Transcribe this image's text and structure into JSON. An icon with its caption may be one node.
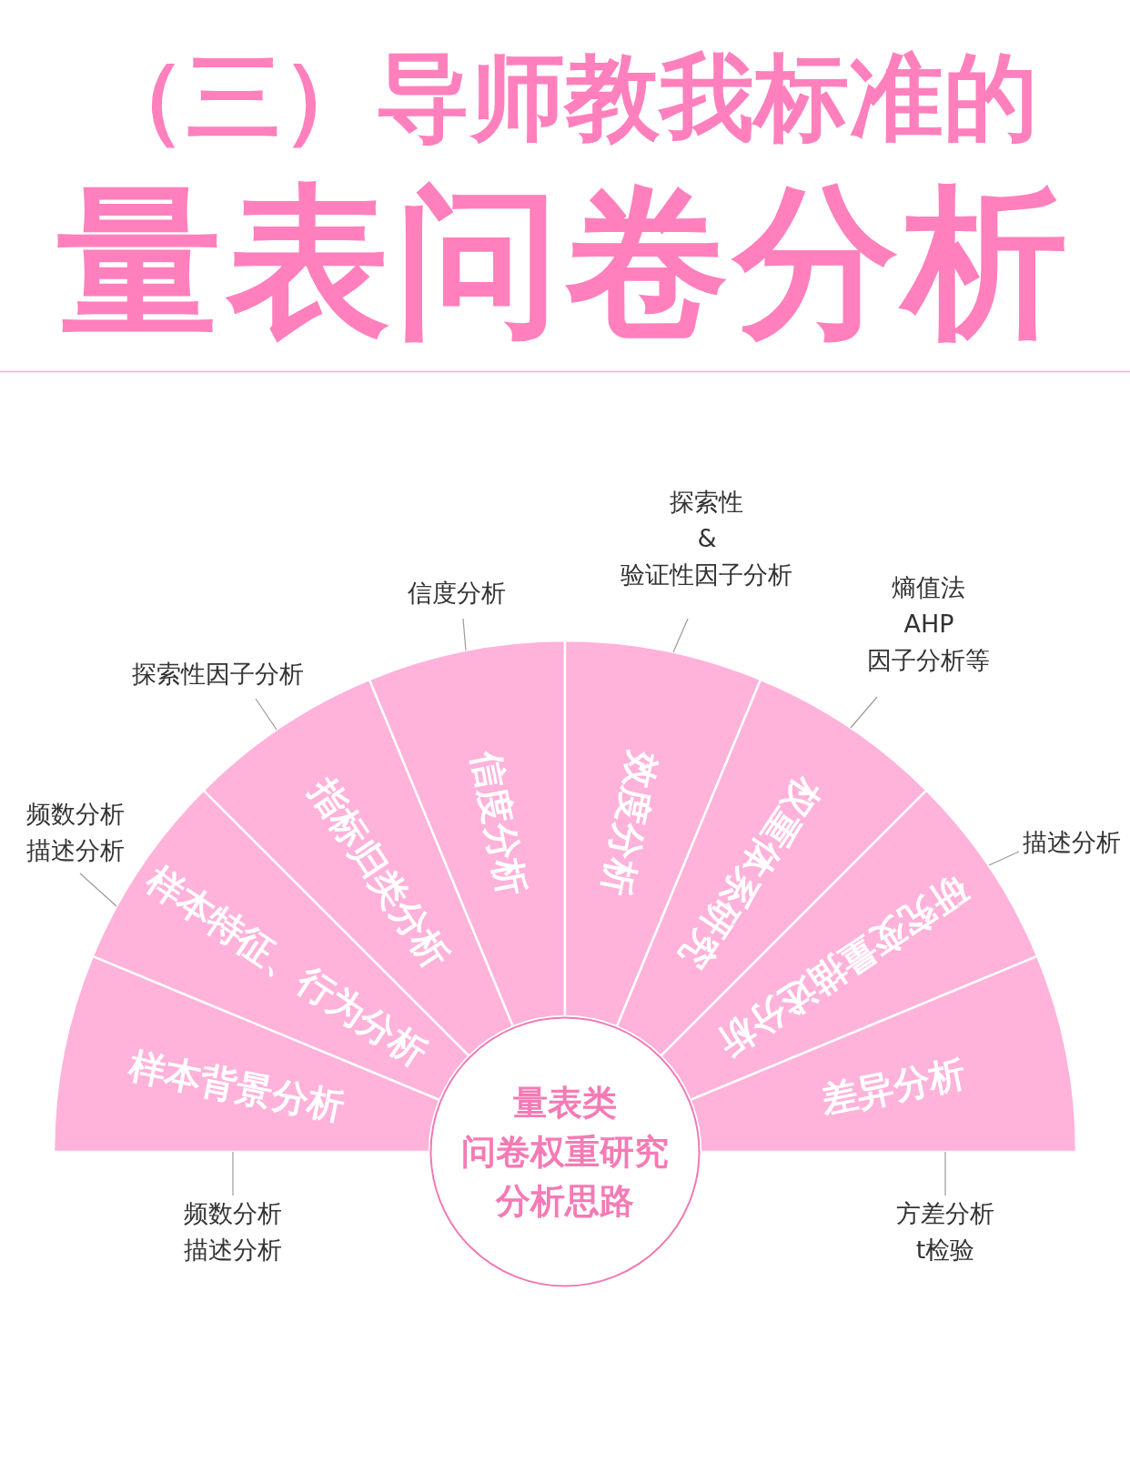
{
  "diagram": {
    "title": "（三）导师教我标准的",
    "nodes": [
      {
        "text": [
          "样本背景分析"
        ]
      },
      {
        "text": [
          "样本特征、行为分析"
        ]
      },
      {
        "text": [
          "指标归类分析"
        ]
      },
      {
        "text": [
          "信度分析"
        ]
      },
      {
        "text": [
          "效度分析"
        ]
      },
      {
        "text": [
          "权重体系研究"
        ]
      },
      {
        "text": [
          "研究变量描述分析"
        ]
      },
      {
        "text": [
          "差异分析"
        ]
      },
      {
        "text": [
          "量表类",
          "问卷权重研究",
          "分析思路"
        ]
      },
      {
        "text": [
          "频数分析描述分析"
        ]
      },
      {
        "text": [
          "频数分析描述分析"
        ]
      },
      {
        "text": [
          "探索性因子分析"
        ]
      },
      {
        "text": [
          "信度分析"
        ]
      },
      {
        "text": [
          "探索性 & 验证性因子分析"
        ]
      },
      {
        "text": [
          "熵值法 AHP 因子分析等"
        ]
      },
      {
        "text": [
          "描述分析"
        ]
      },
      {
        "text": [
          "方差分析 t检验"
        ]
      }
    ],
    "edges": [
      {
        "from": 9,
        "to": 0,
        "arrow": "none"
      },
      {
        "from": 10,
        "to": 1,
        "arrow": "none"
      },
      {
        "from": 11,
        "to": 2,
        "arrow": "none"
      },
      {
        "from": 12,
        "to": 3,
        "arrow": "none"
      },
      {
        "from": 13,
        "to": 4,
        "arrow": "none"
      },
      {
        "from": 14,
        "to": 5,
        "arrow": "none"
      },
      {
        "from": 15,
        "to": 6,
        "arrow": "none"
      },
      {
        "from": 16,
        "to": 7,
        "arrow": "none"
      }
    ],
    "labels": [
      "量表问卷分析"
    ]
  }
}
